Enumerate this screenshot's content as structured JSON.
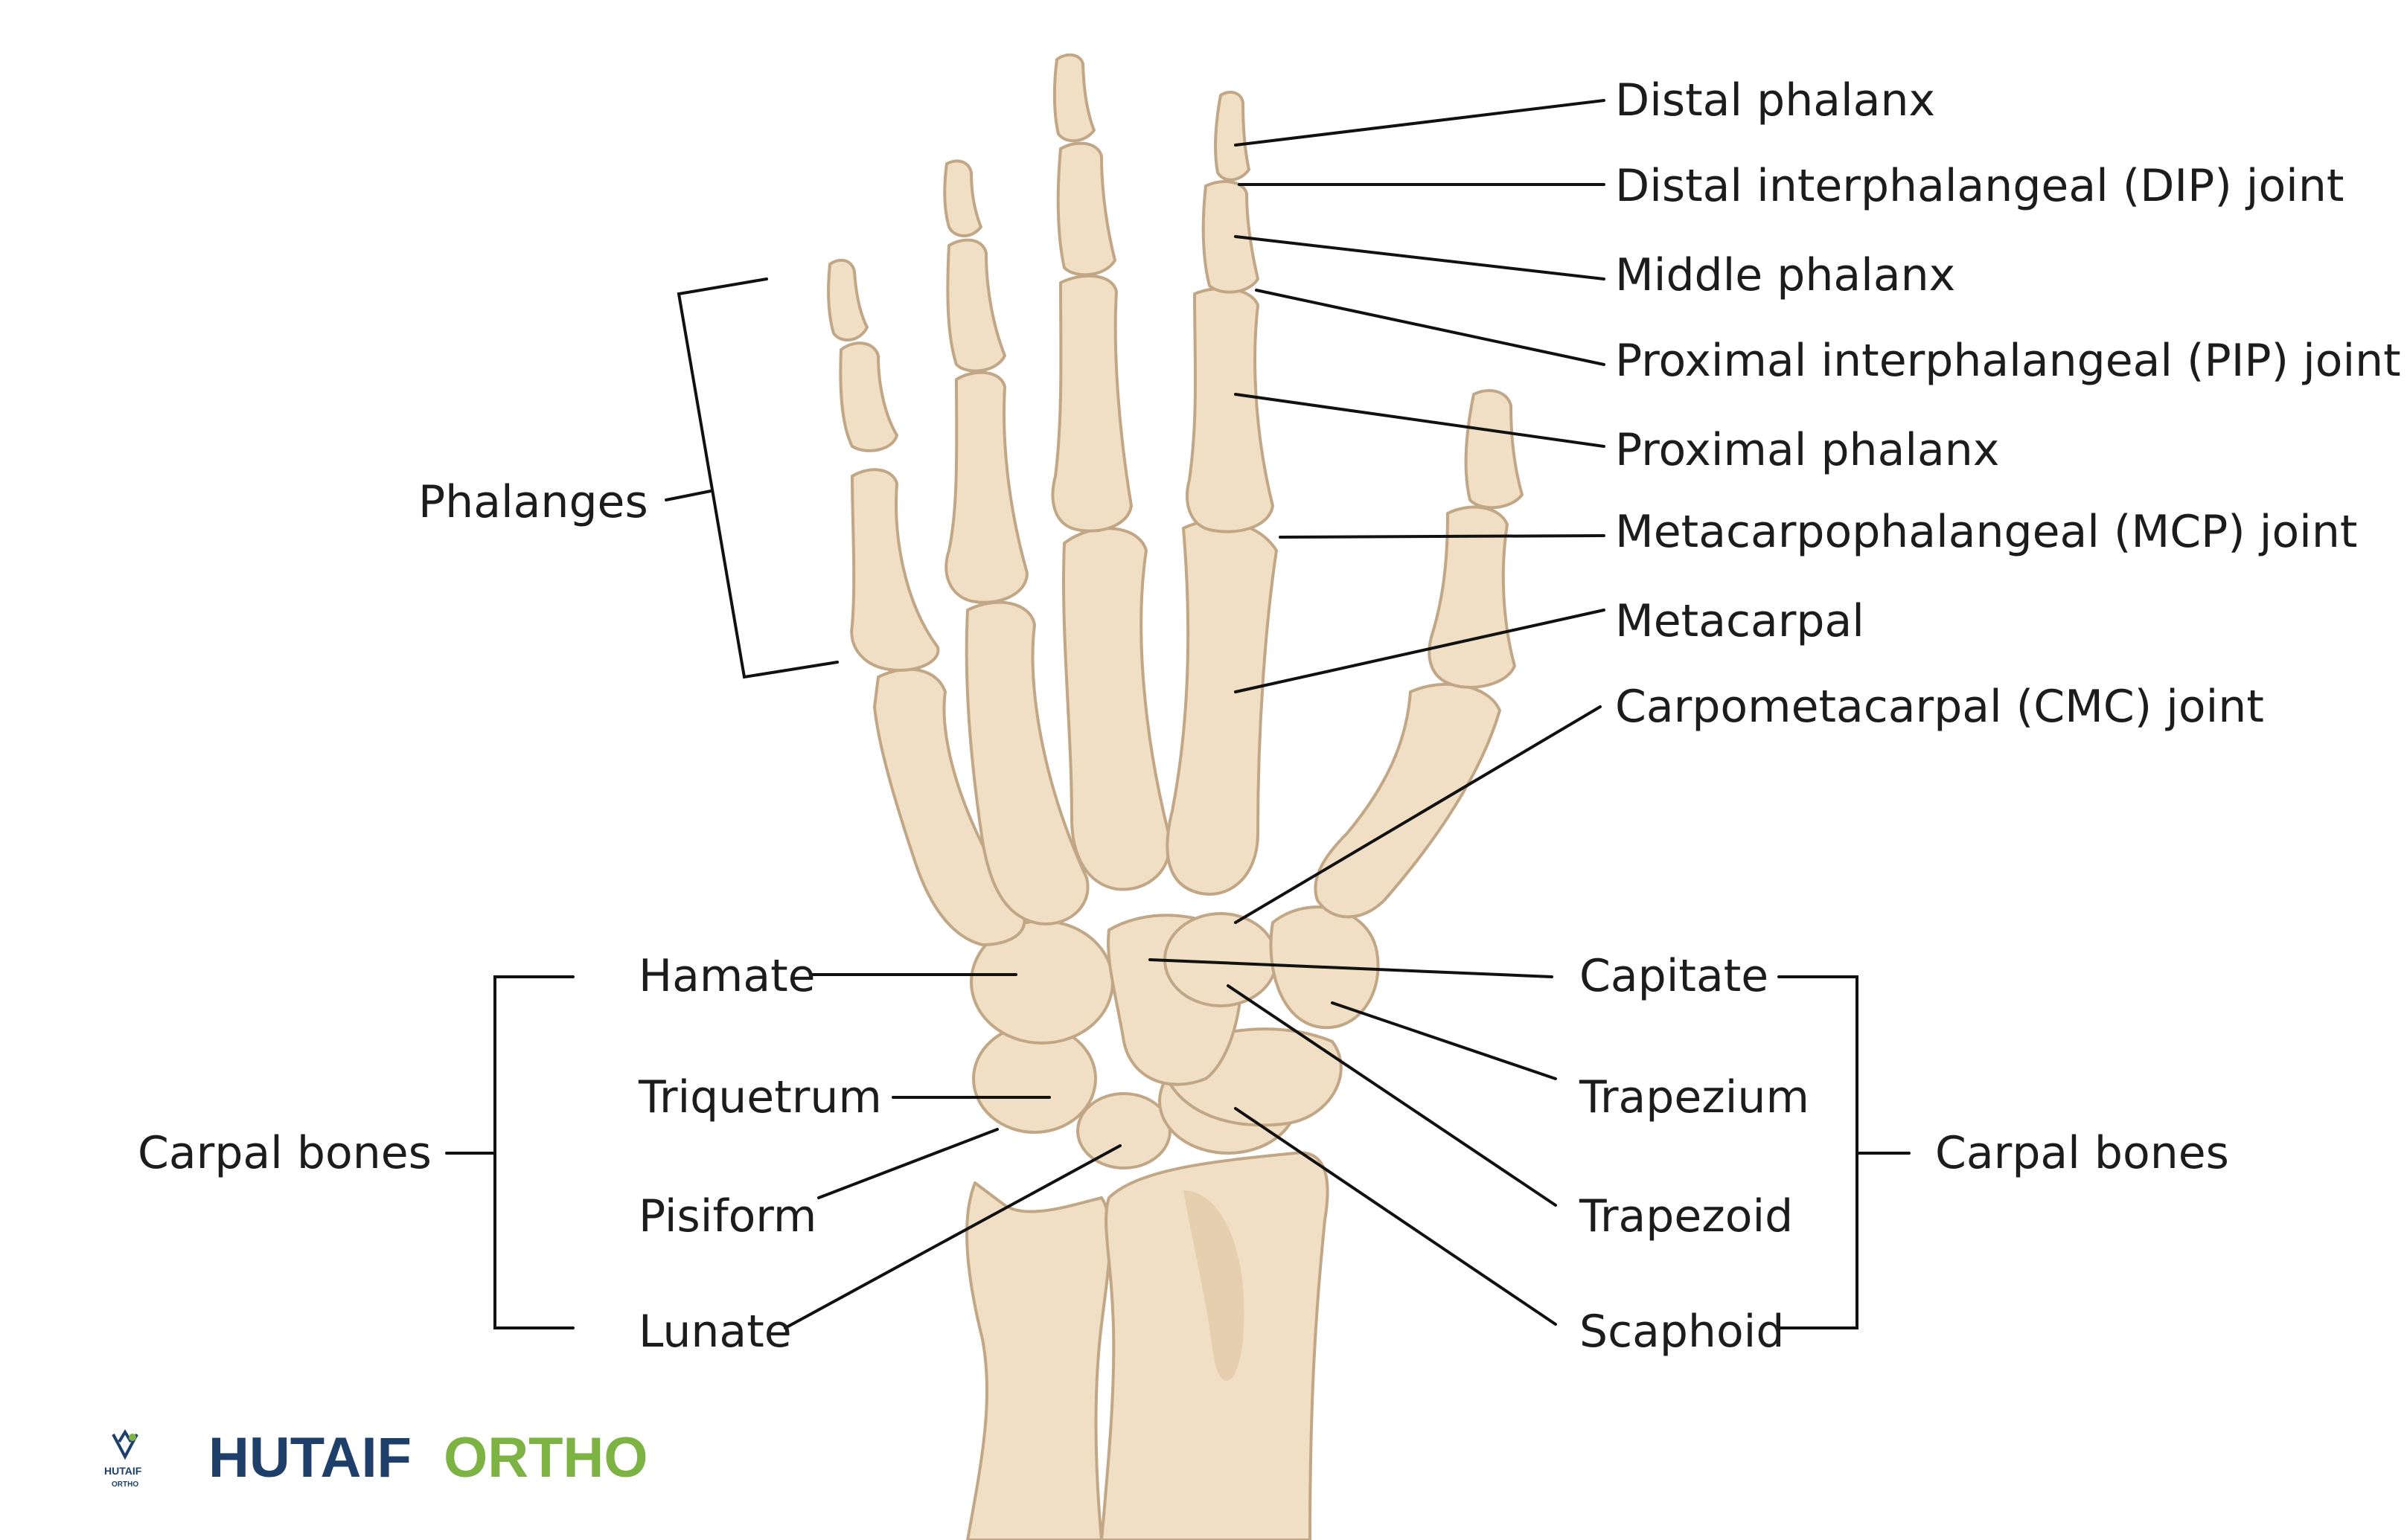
{
  "labels": {
    "distal_phalanx": "Distal phalanx",
    "dip_joint": "Distal interphalangeal (DIP) joint",
    "middle_phalanx": "Middle phalanx",
    "pip_joint": "Proximal interphalangeal (PIP) joint",
    "proximal_phalanx": "Proximal phalanx",
    "mcp_joint": "Metacarpophalangeal (MCP) joint",
    "metacarpal": "Metacarpal",
    "cmc_joint": "Carpometacarpal (CMC) joint",
    "phalanges": "Phalanges",
    "hamate": "Hamate",
    "triquetrum": "Triquetrum",
    "pisiform": "Pisiform",
    "lunate": "Lunate",
    "carpal_bones_left": "Carpal bones",
    "capitate": "Capitate",
    "trapezium": "Trapezium",
    "trapezoid": "Trapezoid",
    "scaphoid": "Scaphoid",
    "carpal_bones_right": "Carpal bones"
  },
  "brand": {
    "word1": "HUTAIF",
    "word2": "ORTHO",
    "logo_text": "HUTAIF",
    "logo_subtext": "ORTHO",
    "color1": "#1f3f6b",
    "color2": "#7cb342"
  },
  "colors": {
    "bone": "#f0dfc4",
    "bone_outline": "#c2a786",
    "leader": "#111111"
  }
}
